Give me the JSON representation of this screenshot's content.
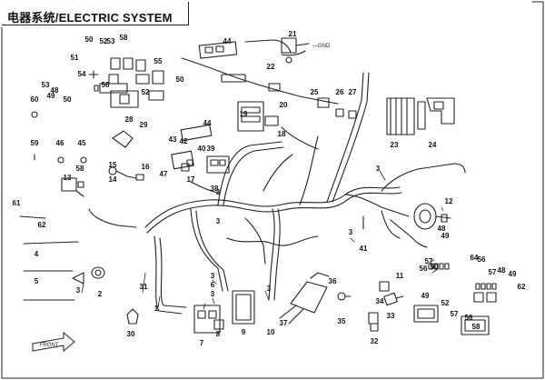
{
  "title": "电器系统/ELECTRIC SYSTEM",
  "callouts": [
    "1",
    "2",
    "3",
    "4",
    "5",
    "6",
    "7",
    "8",
    "9",
    "10",
    "11",
    "12",
    "13",
    "14",
    "15",
    "16",
    "17",
    "18",
    "19",
    "20",
    "21",
    "22",
    "23",
    "24",
    "25",
    "26",
    "27",
    "28",
    "29",
    "30",
    "31",
    "32",
    "33",
    "34",
    "35",
    "36",
    "37",
    "38",
    "39",
    "40",
    "41",
    "42",
    "43",
    "44",
    "45",
    "46",
    "47",
    "48",
    "49",
    "50",
    "51",
    "52",
    "53",
    "54",
    "55",
    "56",
    "57",
    "58",
    "59",
    "60",
    "61",
    "62",
    "64"
  ],
  "front_arrow": "FRONT",
  "ground_label": "—GND"
}
